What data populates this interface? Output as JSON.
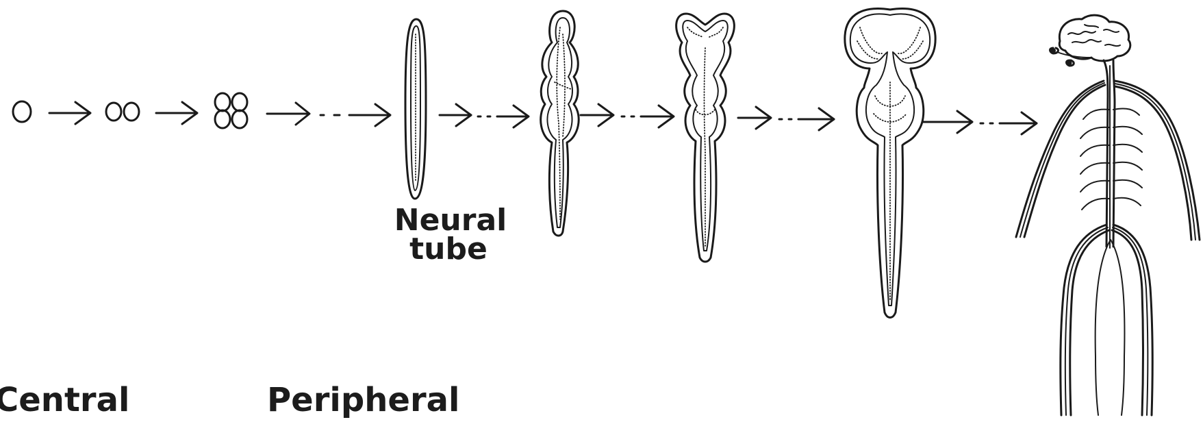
{
  "labels": {
    "neural_tube_line1": "Neural",
    "neural_tube_line2": "tube",
    "central": "Central",
    "peripheral": "Peripheral"
  },
  "colors": {
    "ink": "#1a1a1a",
    "background": "#ffffff"
  }
}
